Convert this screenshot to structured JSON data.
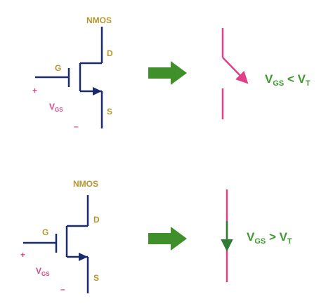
{
  "colors": {
    "transistor": "#1a2b6b",
    "label_gold": "#b8962e",
    "voltage_pink": "#d6458a",
    "switch_pink": "#e0408a",
    "arrow_green": "#3f8f2a",
    "condition_green": "#3c9a2c",
    "current_green": "#2e7d32"
  },
  "top": {
    "device_label": "NMOS",
    "gate_label": "G",
    "drain_label": "D",
    "source_label": "S",
    "plus": "+",
    "minus": "–",
    "vgs_main": "V",
    "vgs_sub": "GS",
    "condition": {
      "v1": "V",
      "s1": "GS",
      "op": " < ",
      "v2": "V",
      "s2": "T"
    },
    "switch_state": "open"
  },
  "bottom": {
    "device_label": "NMOS",
    "gate_label": "G",
    "drain_label": "D",
    "source_label": "S",
    "plus": "+",
    "minus": "–",
    "vgs_main": "V",
    "vgs_sub": "GS",
    "condition": {
      "v1": "V",
      "s1": "GS",
      "op": " > ",
      "v2": "V",
      "s2": "T"
    },
    "switch_state": "closed"
  }
}
